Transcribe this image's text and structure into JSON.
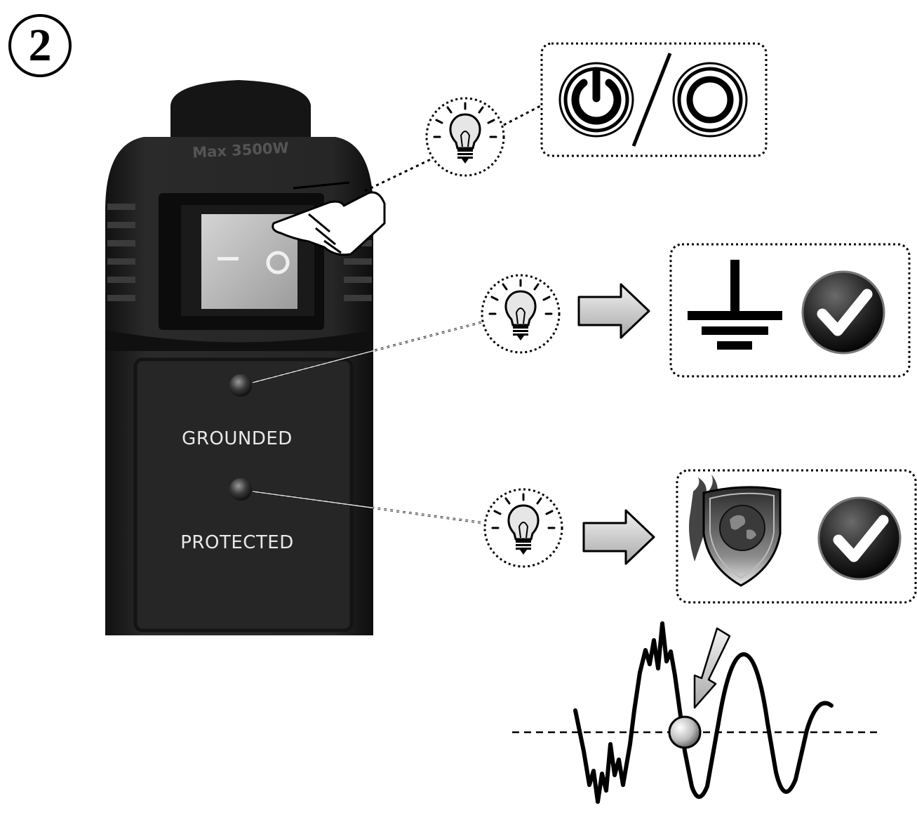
{
  "step": {
    "number": "2"
  },
  "device": {
    "max_rating_label": "Max 3500W",
    "switch_off_mark": "–",
    "switch_on_mark": "○",
    "led_grounded_label": "GROUNDED",
    "led_protected_label": "PROTECTED"
  },
  "callouts": [
    {
      "target": "power-switch",
      "icons": [
        "power-on-icon",
        "power-off-icon"
      ]
    },
    {
      "target": "grounded-led",
      "icons": [
        "ground-symbol-icon",
        "checkmark-icon"
      ]
    },
    {
      "target": "protected-led",
      "icons": [
        "shield-globe-icon",
        "checkmark-icon"
      ]
    }
  ],
  "icons": {
    "indicator": "lightbulb-icon",
    "pointer": "hand-pointer-icon",
    "arrow": "right-arrow-icon",
    "surge": "surge-waveform-icon"
  },
  "colors": {
    "device_body": "#1e1e1e",
    "switch_face": "#bdbdbd",
    "check_badge": "#2a2a2a",
    "arrow_fill": "#cfcfcf"
  }
}
